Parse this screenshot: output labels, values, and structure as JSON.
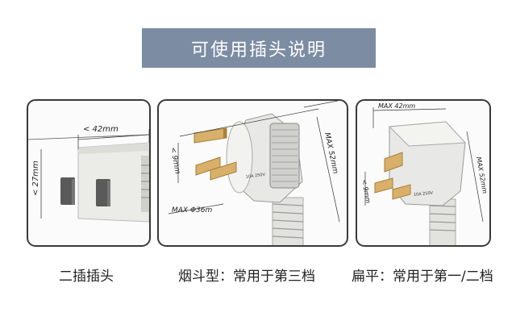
{
  "title": "可使用插头说明",
  "panels": [
    {
      "caption": "二插插头",
      "dims": {
        "width": "< 42mm",
        "height": "< 27mm"
      }
    },
    {
      "caption": "烟斗型：常用于第三档",
      "dims": {
        "length": "MAX 52mm",
        "pin": "< 9mm",
        "diameter": "MAX Φ36m"
      },
      "plug_marking": "10A 250V"
    },
    {
      "caption": "扁平：常用于第一/二档",
      "dims": {
        "width": "MAX 42mm",
        "length": "MAX 52mm",
        "pin": "< 9mm"
      },
      "plug_marking": "10A 250V"
    }
  ],
  "colors": {
    "banner": "#7c8ca3",
    "pin": "#d8b06a",
    "plug_body": "#e8e9e6",
    "outline": "#3a3a3a"
  }
}
